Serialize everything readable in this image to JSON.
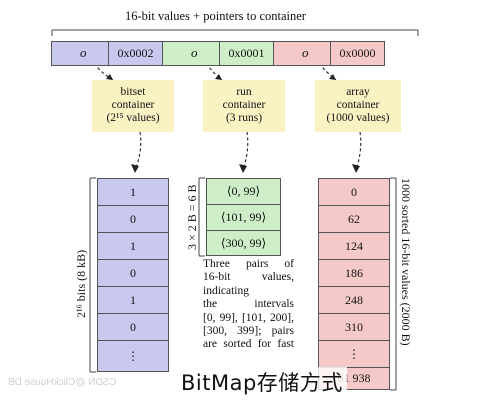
{
  "header": {
    "title": "16-bit values + pointers to container"
  },
  "keys": [
    {
      "label": "0x0002",
      "color": "#c9c9f0"
    },
    {
      "label": "0x0001",
      "color": "#cdeec7"
    },
    {
      "label": "0x0000",
      "color": "#f6c9c9"
    }
  ],
  "pointer_symbol": "o",
  "notes": [
    {
      "lines": [
        "bitset",
        "container",
        "(2¹⁵ values)"
      ]
    },
    {
      "lines": [
        "run",
        "container",
        "(3 runs)"
      ]
    },
    {
      "lines": [
        "array",
        "container",
        "(1000 values)"
      ]
    }
  ],
  "bitset": {
    "cells": [
      "1",
      "0",
      "1",
      "0",
      "1",
      "0",
      "⋮"
    ],
    "side_label": "2¹⁶ bits (8 kB)"
  },
  "runs": {
    "cells": [
      "⟨0, 99⟩",
      "⟨101, 99⟩",
      "⟨300, 99⟩"
    ],
    "side_label": "3 × 2 B = 6 B",
    "description_lines": [
      "Three pairs of",
      "16-bit values,",
      "indicating",
      "the intervals",
      "[0, 99], [101, 200],",
      "[300, 399]; pairs",
      "are sorted for fast"
    ]
  },
  "array": {
    "cells": [
      "0",
      "62",
      "124",
      "186",
      "248",
      "310",
      "⋮",
      "61 938"
    ],
    "side_label": "1000 sorted 16-bit values (2000 B)"
  },
  "caption": "BitMap存储方式",
  "watermark": "CSDN @ClickHouse DB"
}
